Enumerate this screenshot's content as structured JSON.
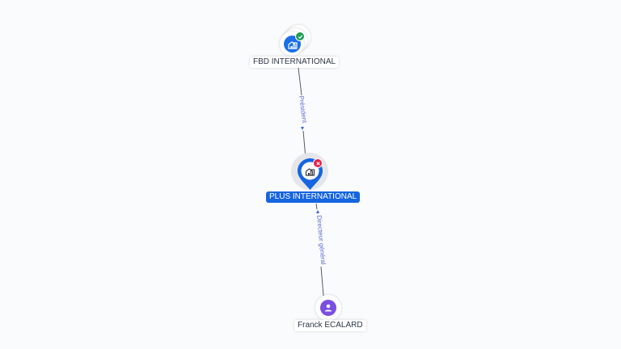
{
  "graph": {
    "background": "#fafbfd",
    "nodes": [
      {
        "id": "fbd",
        "label": "FBD INTERNATIONAL",
        "type": "company",
        "icon": "building-icon",
        "status": "active",
        "status_icon": "check-icon",
        "status_color": "#1f9d55",
        "fill_color": "#1a6fe8",
        "stacked": true
      },
      {
        "id": "plus",
        "label": "PLUS INTERNATIONAL",
        "type": "company",
        "icon": "building-icon",
        "status": "closed",
        "status_icon": "close-icon",
        "status_color": "#e3214b",
        "fill_color": "#1a6fe8",
        "selected": true
      },
      {
        "id": "franck",
        "label": "Franck ECALARD",
        "type": "person",
        "icon": "person-icon",
        "fill_color": "#7b4fe0"
      }
    ],
    "edges": [
      {
        "from": "fbd",
        "to": "plus",
        "label": "Président"
      },
      {
        "from": "franck",
        "to": "plus",
        "label": "Directeur général"
      }
    ]
  }
}
